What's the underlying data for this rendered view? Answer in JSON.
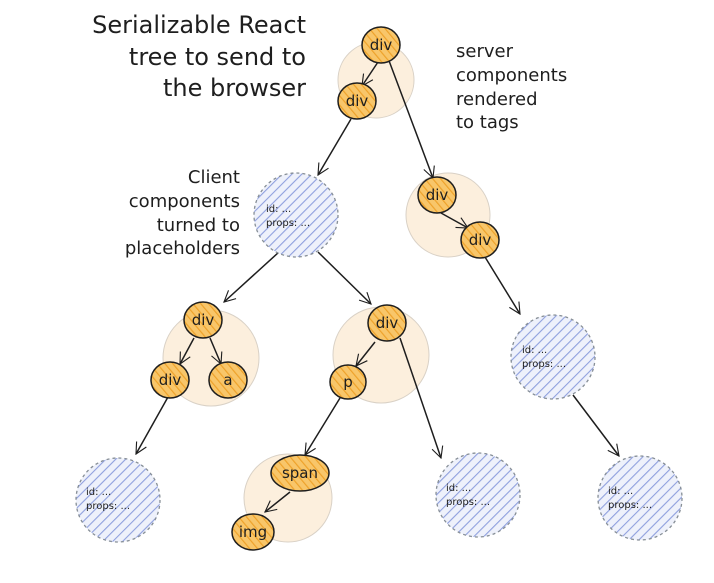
{
  "annotations": {
    "title": [
      "Serializable React",
      "tree to send to",
      "the browser"
    ],
    "server_note": [
      "server",
      "components",
      "rendered",
      "to tags"
    ],
    "client_note": [
      "Client",
      "components",
      "turned to",
      "placeholders"
    ]
  },
  "tags": {
    "div": "div",
    "a": "a",
    "p": "p",
    "span": "span",
    "img": "img"
  },
  "placeholder": {
    "id_line": "id: ...",
    "props_line": "props: ..."
  },
  "colors": {
    "tag_fill": "#f5b041",
    "tag_bg_circle": "#fbe9d0",
    "placeholder_fill": "#a5b4e6",
    "stroke": "#1e1e1e",
    "dashed_stroke": "#868e96"
  }
}
